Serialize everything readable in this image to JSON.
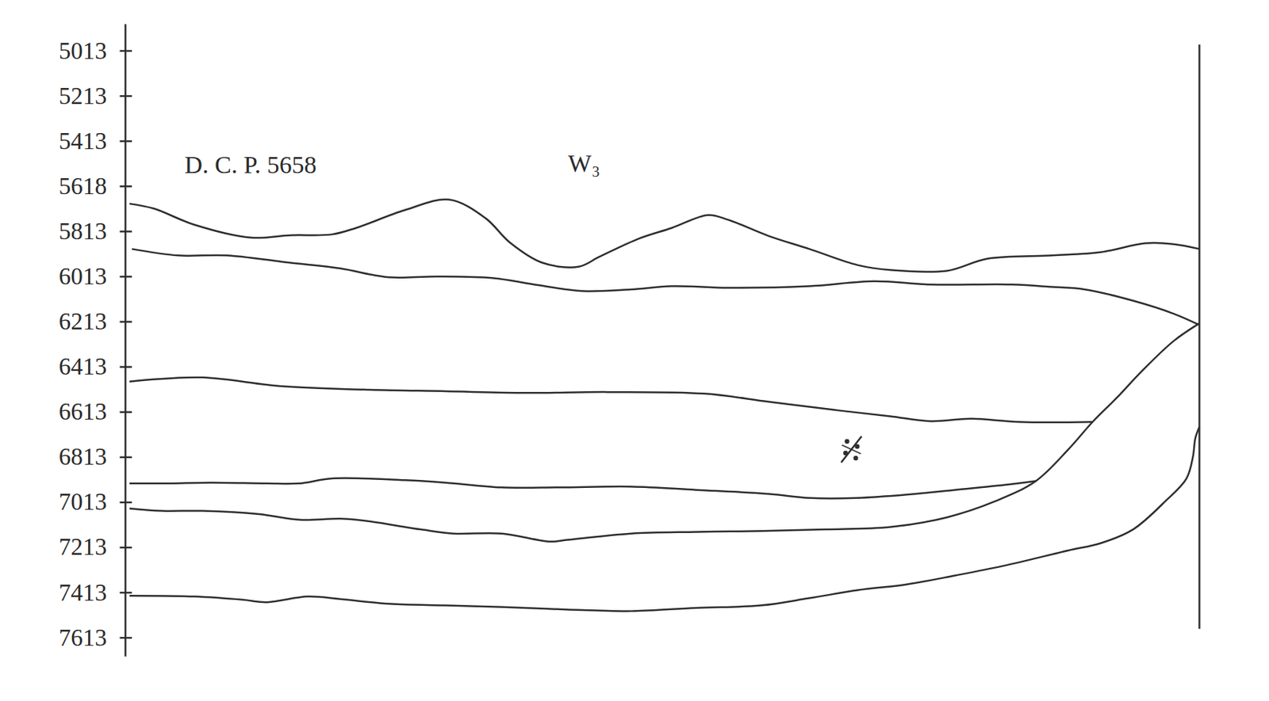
{
  "diagram": {
    "labels": [
      "5013",
      "5213",
      "5413",
      "5618",
      "5813",
      "6013",
      "6213",
      "6413",
      "6613",
      "6813",
      "7013",
      "7213",
      "7413",
      "7613",
      "D. C. P. 5658",
      "W₃"
    ]
  }
}
